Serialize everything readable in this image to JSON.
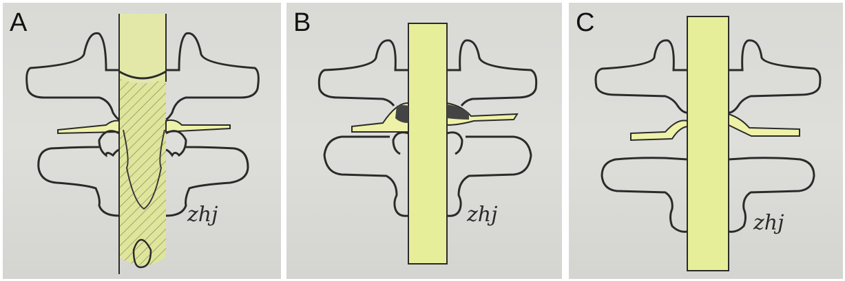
{
  "panels": [
    {
      "label": "A",
      "signature": "zhj"
    },
    {
      "label": "B",
      "signature": "zhj"
    },
    {
      "label": "C",
      "signature": "zhj"
    }
  ],
  "colors": {
    "paper": "#dcdcd9",
    "pencil": "#2a2a2a",
    "cord": "#e7ee9a",
    "disc": "#eef2a8"
  }
}
